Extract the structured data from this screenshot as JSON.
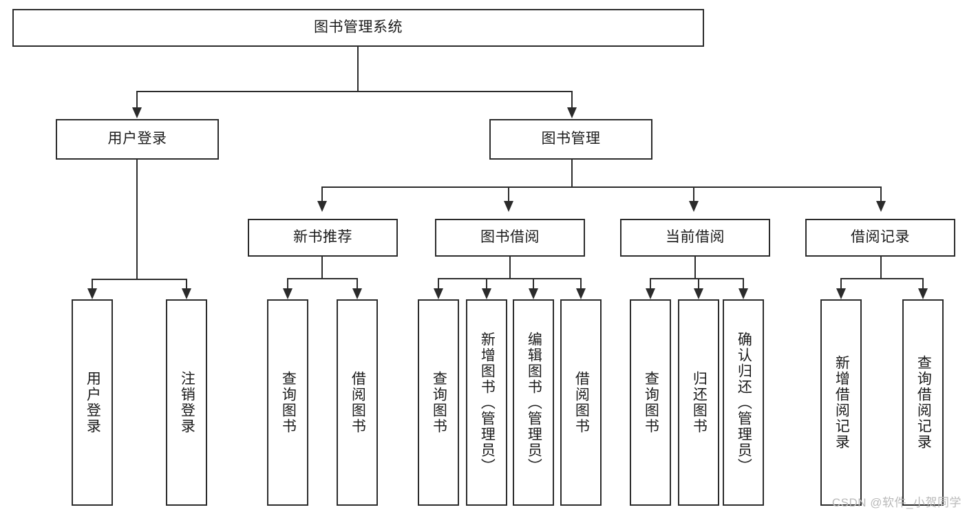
{
  "diagram": {
    "title_node": {
      "label": "图书管理系统"
    },
    "level2": [
      {
        "id": "user-login",
        "label": "用户登录"
      },
      {
        "id": "book-manage",
        "label": "图书管理"
      }
    ],
    "level3": [
      {
        "id": "new-book-recommend",
        "label": "新书推荐"
      },
      {
        "id": "book-borrow",
        "label": "图书借阅"
      },
      {
        "id": "current-borrow",
        "label": "当前借阅"
      },
      {
        "id": "borrow-record",
        "label": "借阅记录"
      }
    ],
    "leaves": [
      {
        "id": "leaf-user-login",
        "label": "用户登录"
      },
      {
        "id": "leaf-logout-login",
        "label": "注销登录"
      },
      {
        "id": "leaf-query-book-1",
        "label": "查询图书"
      },
      {
        "id": "leaf-borrow-book-1",
        "label": "借阅图书"
      },
      {
        "id": "leaf-query-book-2",
        "label": "查询图书"
      },
      {
        "id": "leaf-add-book-admin",
        "label": "新增图书（管理员）"
      },
      {
        "id": "leaf-edit-book-admin",
        "label": "编辑图书（管理员）"
      },
      {
        "id": "leaf-borrow-book-2",
        "label": "借阅图书"
      },
      {
        "id": "leaf-query-book-3",
        "label": "查询图书"
      },
      {
        "id": "leaf-return-book",
        "label": "归还图书"
      },
      {
        "id": "leaf-confirm-return-admin",
        "label": "确认归还（管理员）"
      },
      {
        "id": "leaf-add-borrow-record",
        "label": "新增借阅记录"
      },
      {
        "id": "leaf-query-borrow-record",
        "label": "查询借阅记录"
      }
    ]
  },
  "watermark": {
    "text": "CSDN @软件_小贺同学"
  },
  "colors": {
    "stroke": "#2b2b2b",
    "background": "#ffffff",
    "text": "#1b1b1b",
    "watermark": "#b9b9b9"
  }
}
